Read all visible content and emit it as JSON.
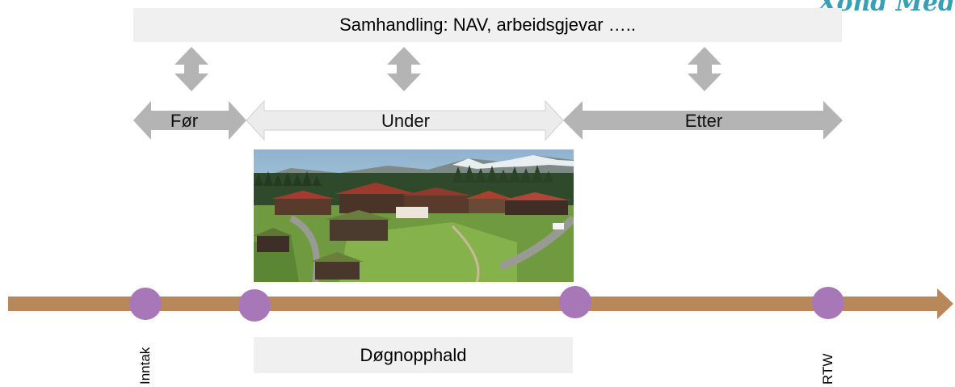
{
  "header": {
    "collaboration_text": "Samhandling: NAV, arbeidsgjevar ….."
  },
  "brand": {
    "text": "Xond Med"
  },
  "phases": {
    "before": "Før",
    "during": "Under",
    "after": "Etter"
  },
  "stay_label": "Døgnopphald",
  "timeline": {
    "intake_label": "Inntak",
    "rtw_label": "RTW"
  },
  "photo": {
    "alt": "Aerial photo of farm buildings with grass roofs in a mountain valley"
  },
  "colors": {
    "timeline_arrow": "#b8875a",
    "milestone": "#a877b8",
    "phase_arrow_dark": "#b4b4b4",
    "phase_arrow_light": "#e6e6e6",
    "vertical_arrow": "#b4b4b4",
    "box_fill": "#f0f0f0"
  }
}
